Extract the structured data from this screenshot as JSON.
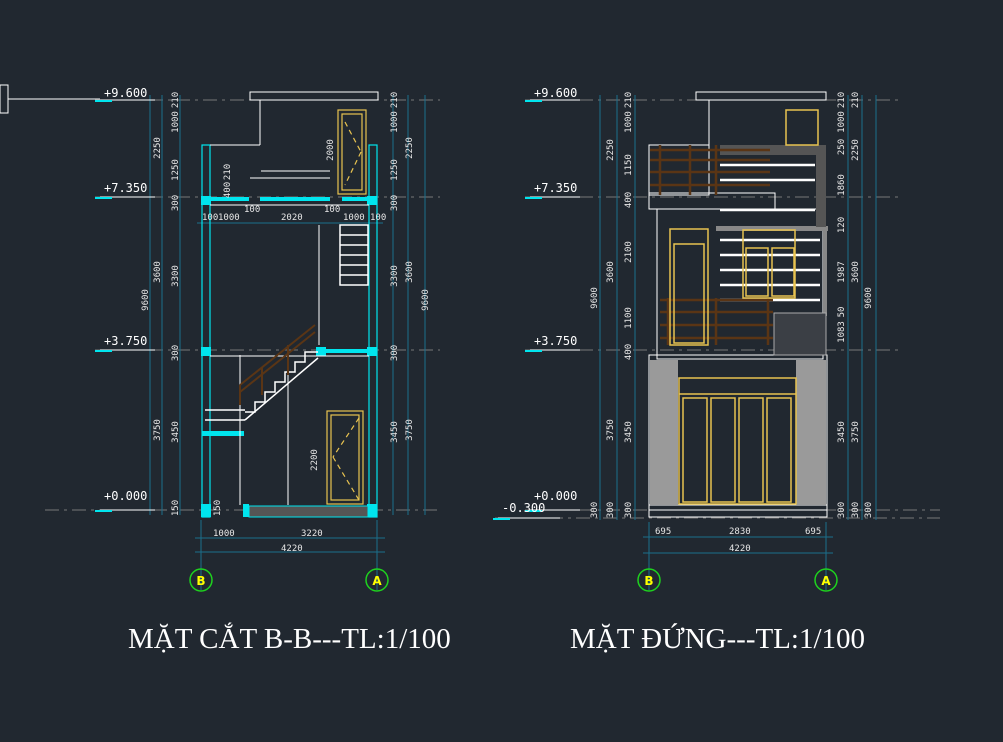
{
  "colors": {
    "background": "#212830",
    "wall": "#00e5ee",
    "dimension": "#1b6f8c",
    "door": "#e8c350",
    "railing": "#5a3515",
    "line": "#ffffff",
    "axis_circle": "#1ed21e",
    "axis_label": "#ffff00"
  },
  "section": {
    "title": "MẶT CẮT B-B---TL:1/100",
    "levels": [
      "+9.600",
      "+7.350",
      "+3.750",
      "+0.000"
    ],
    "dims_left_outer": [
      "9600"
    ],
    "dims_left_mid": [
      "2250",
      "3600",
      "3750"
    ],
    "dims_left_inner": [
      "210",
      "1000",
      "1250",
      "300",
      "3300",
      "300",
      "3450",
      "150"
    ],
    "dims_right_inner": [
      "210",
      "1000",
      "1250",
      "300",
      "3300",
      "300",
      "3450"
    ],
    "dims_right_mid": [
      "2250",
      "3600",
      "3750"
    ],
    "dims_right_outer": [
      "9600"
    ],
    "dims_inner": [
      "2000",
      "400",
      "210",
      "2200",
      "150"
    ],
    "dims_floor": [
      "100",
      "1000",
      "100",
      "2020",
      "100",
      "1000",
      "100"
    ],
    "dims_bottom": [
      "1000",
      "3220",
      "4220"
    ],
    "axes": [
      "B",
      "A"
    ]
  },
  "elevation": {
    "title": "MẶT ĐỨNG---TL:1/100",
    "levels": [
      "+9.600",
      "+7.350",
      "+3.750",
      "+0.000",
      "-0.300"
    ],
    "dims_left_outer": [
      "9600",
      "300"
    ],
    "dims_left_mid": [
      "2250",
      "3600",
      "3750",
      "300"
    ],
    "dims_left_inner": [
      "210",
      "1000",
      "1150",
      "400",
      "2100",
      "1100",
      "400",
      "3450",
      "300"
    ],
    "dims_right_inner": [
      "210",
      "1000",
      "250",
      "1860",
      "120",
      "1987",
      "50",
      "1083",
      "3450",
      "300"
    ],
    "dims_right_mid": [
      "210",
      "2250",
      "3600",
      "3750",
      "300"
    ],
    "dims_right_outer": [
      "9600",
      "300"
    ],
    "dims_bottom": [
      "695",
      "2830",
      "695",
      "4220"
    ],
    "axes": [
      "B",
      "A"
    ]
  }
}
